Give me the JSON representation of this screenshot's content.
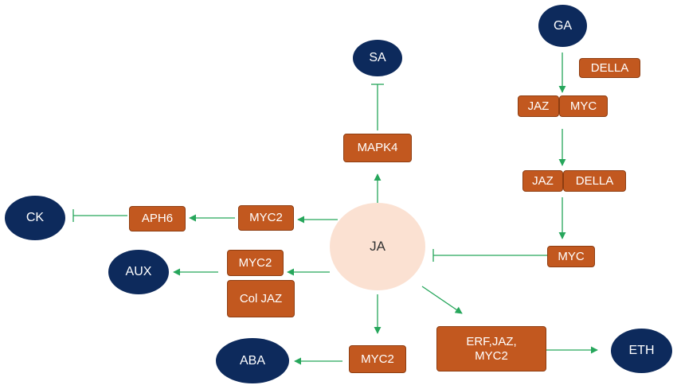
{
  "colors": {
    "hormone": "#0d2a5c",
    "protein": "#c2581f",
    "center": "#fbe1d2",
    "arrow": "#26a65b",
    "inhibit": "#26a65b"
  },
  "nodes": {
    "ja": "JA",
    "sa": "SA",
    "ga": "GA",
    "ck": "CK",
    "aux": "AUX",
    "aba": "ABA",
    "eth": "ETH",
    "mapk4": "MAPK4",
    "della_top": "DELLA",
    "jaz_1": "JAZ",
    "myc_1": "MYC",
    "jaz_2": "JAZ",
    "della_2": "DELLA",
    "myc_right": "MYC",
    "aph6": "APH6",
    "myc2_ck": "MYC2",
    "myc2_aux": "MYC2",
    "coljaz": "Col JAZ",
    "myc2_aba": "MYC2",
    "erf_jaz_myc2": "ERF,JAZ,\nMYC2"
  },
  "edges": [
    {
      "from": "ja",
      "to": "mapk4",
      "type": "activate"
    },
    {
      "from": "mapk4",
      "to": "sa",
      "type": "inhibit"
    },
    {
      "from": "ga",
      "to": "jaz_myc",
      "type": "activate"
    },
    {
      "from": "jaz_myc",
      "to": "jaz_della",
      "type": "activate"
    },
    {
      "from": "jaz_della",
      "to": "myc_right",
      "type": "activate"
    },
    {
      "from": "myc_right",
      "to": "ja",
      "type": "inhibit"
    },
    {
      "from": "ja",
      "to": "myc2_ck",
      "type": "activate"
    },
    {
      "from": "myc2_ck",
      "to": "aph6",
      "type": "activate"
    },
    {
      "from": "aph6",
      "to": "ck",
      "type": "inhibit"
    },
    {
      "from": "ja",
      "to": "myc2_aux",
      "type": "activate"
    },
    {
      "from": "myc2_aux",
      "to": "aux",
      "type": "activate"
    },
    {
      "from": "ja",
      "to": "myc2_aba",
      "type": "activate"
    },
    {
      "from": "myc2_aba",
      "to": "aba",
      "type": "activate"
    },
    {
      "from": "ja",
      "to": "erf_jaz_myc2",
      "type": "activate"
    },
    {
      "from": "erf_jaz_myc2",
      "to": "eth",
      "type": "activate"
    }
  ]
}
